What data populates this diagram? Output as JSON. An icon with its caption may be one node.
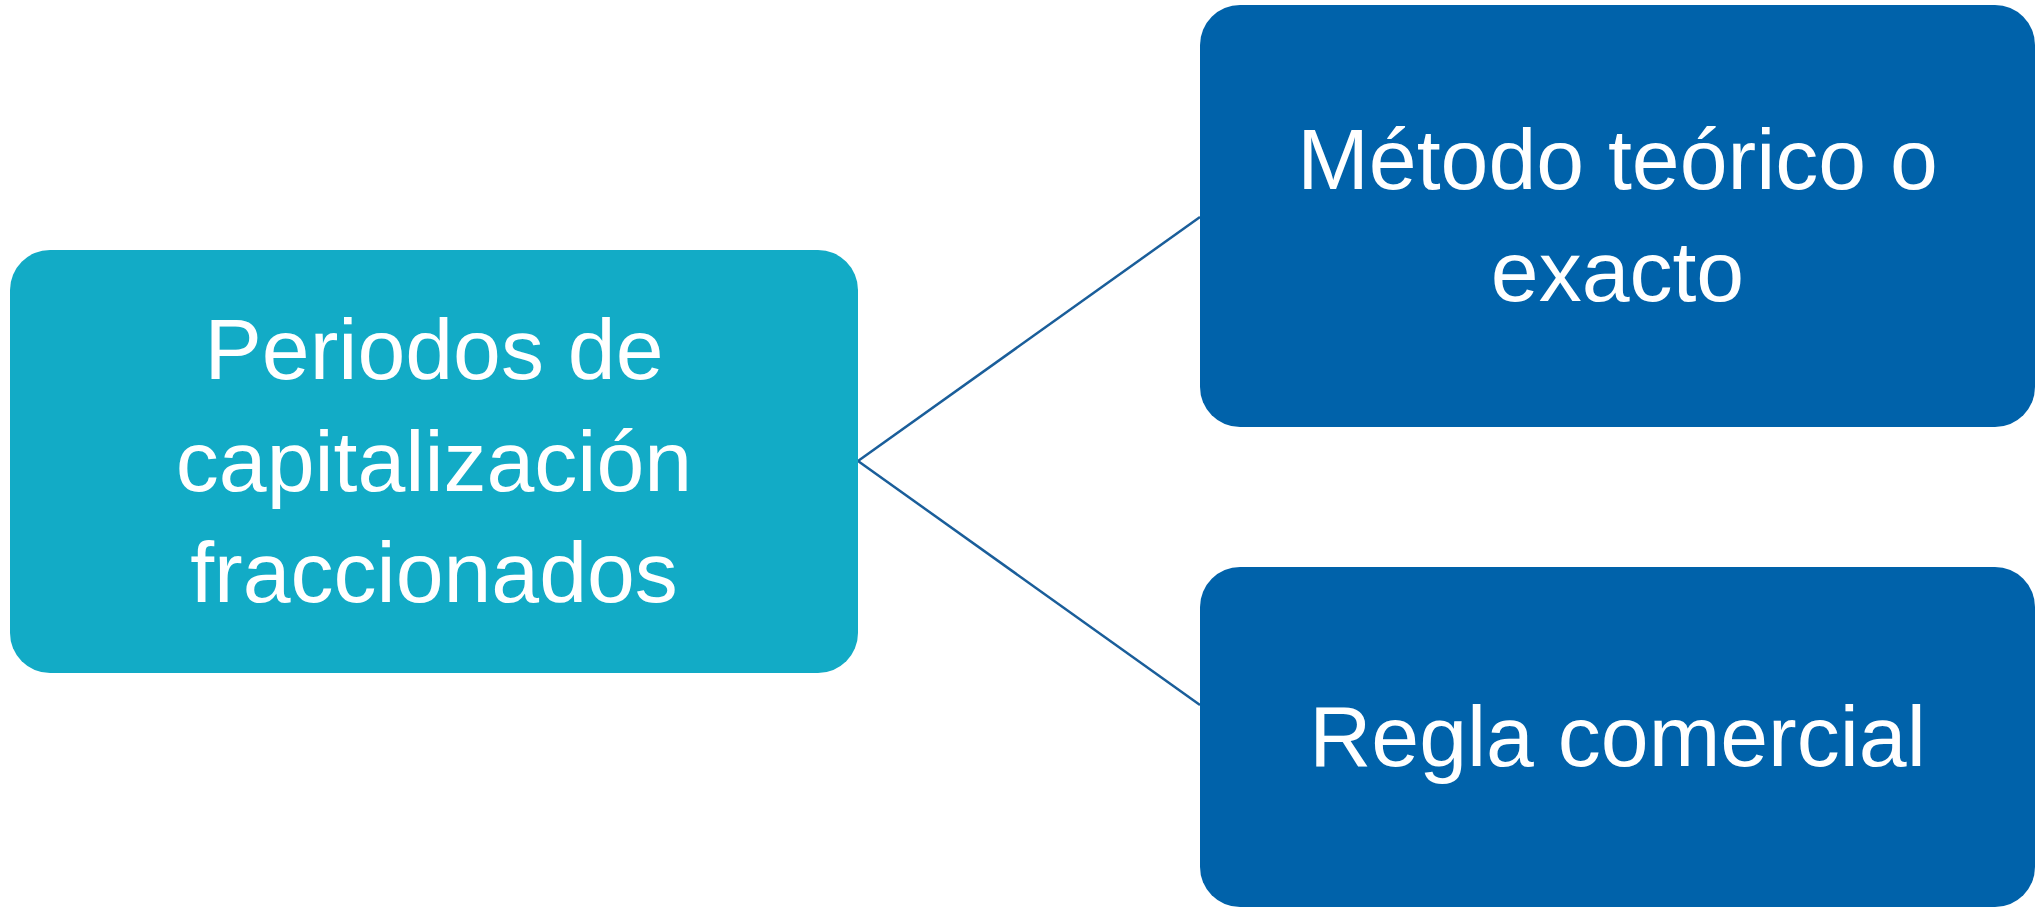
{
  "diagram": {
    "nodes": [
      {
        "text": [
          "Periodos de capitalización fraccionados"
        ]
      },
      {
        "text": [
          "Método teórico o exacto"
        ]
      },
      {
        "text": [
          "Regla comercial"
        ]
      }
    ],
    "edges": [
      {
        "from": 0,
        "to": 1,
        "arrow": "none"
      },
      {
        "from": 0,
        "to": 2,
        "arrow": "none"
      }
    ]
  }
}
